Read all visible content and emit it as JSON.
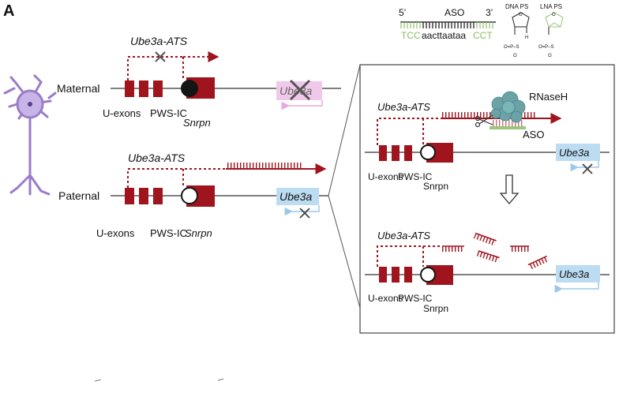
{
  "panel_label": "A",
  "aso": {
    "five_prime": "5’",
    "title": "ASO",
    "three_prime": "3’",
    "seq_left": "TCC",
    "seq_mid": "aacttaataa",
    "seq_right": "CCT",
    "dna_ps": "DNA PS",
    "lna_ps": "LNA PS",
    "atom_o": "O",
    "atom_h": "H",
    "phos": "O=P–S",
    "phos_o": "O"
  },
  "maternal": {
    "label": "Maternal",
    "ats": "Ube3a-ATS",
    "u_exons": "U-exons",
    "pws_ic": "PWS-IC",
    "snrpn": "Snrpn",
    "gene": "Ube3a"
  },
  "paternal": {
    "label": "Paternal",
    "ats": "Ube3a-ATS",
    "u_exons": "U-exons",
    "pws_ic": "PWS-IC",
    "snrpn": "Snrpn",
    "gene": "Ube3a"
  },
  "inset_top": {
    "ats": "Ube3a-ATS",
    "rnaseh": "RNaseH",
    "aso": "ASO",
    "u_exons": "U-exons",
    "pws_ic": "PWS-IC",
    "snrpn": "Snrpn",
    "gene": "Ube3a"
  },
  "inset_bottom": {
    "ats": "Ube3a-ATS",
    "u_exons": "U-exons",
    "pws_ic": "PWS-IC",
    "snrpn": "Snrpn",
    "gene": "Ube3a"
  },
  "colors": {
    "dark_red": "#a0141e",
    "light_blue": "#bcdcf2",
    "pink": "#f0c8ea",
    "green": "#9cc47a",
    "neuron": "#9a7cc8",
    "enzyme": "#6aa2a6"
  }
}
